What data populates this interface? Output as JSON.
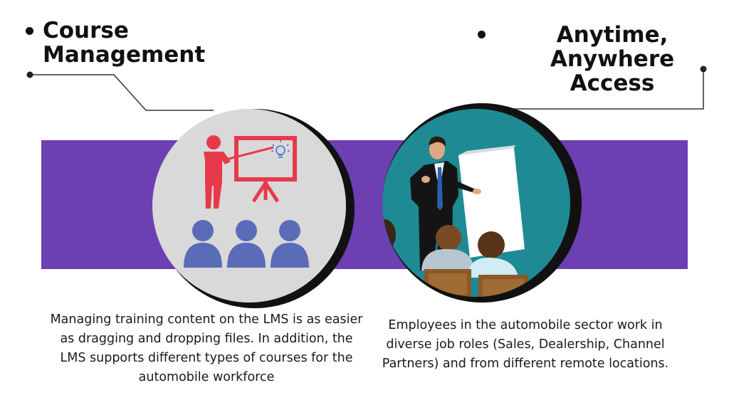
{
  "colors": {
    "band": "#6c3fb3",
    "ring": "#111111",
    "left_circle_bg": "#d9d9d9",
    "right_circle_bg": "#1e8a93",
    "presenter_red": "#e8394a",
    "audience_blue": "#5a6cb8"
  },
  "left_feature": {
    "title_line1": "Course",
    "title_line2": "Management",
    "description": "Managing training content on the LMS is as easier as dragging and dropping files. In addition, the LMS supports different types of courses for the automobile workforce",
    "illustration_icon": "presentation-audience-icon"
  },
  "right_feature": {
    "title_line1": "Anytime, Anywhere",
    "title_line2": "Access",
    "description": "Employees in the automobile sector work in diverse job roles (Sales, Dealership, Channel Partners) and from different remote locations.",
    "illustration_icon": "presenter-photo-icon"
  }
}
